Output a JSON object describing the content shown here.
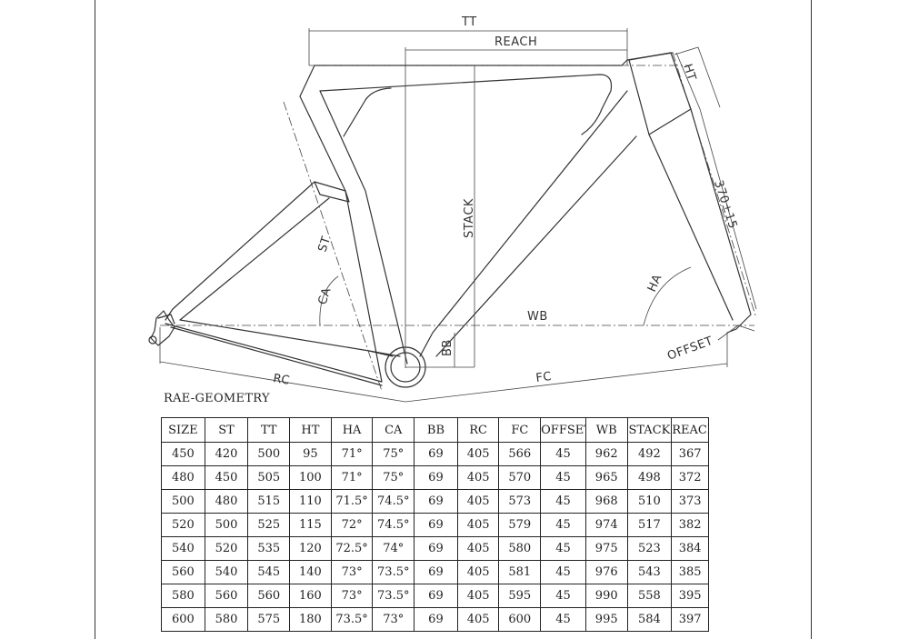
{
  "labels": {
    "tt": "TT",
    "reach": "REACH",
    "ht": "HT",
    "fork_len": "370±15",
    "stack": "STACK",
    "st": "ST",
    "ca": "CA",
    "ha": "HA",
    "wb": "WB",
    "bb": "BB",
    "rc": "RC",
    "fc": "FC",
    "offset": "OFFSET"
  },
  "table": {
    "title": "RAE-GEOMETRY",
    "headers": [
      "SIZE",
      "ST",
      "TT",
      "HT",
      "HA",
      "CA",
      "BB",
      "RC",
      "FC",
      "OFFSET",
      "WB",
      "STACK",
      "REACH"
    ],
    "rows": [
      [
        "450",
        "420",
        "500",
        "95",
        "71°",
        "75°",
        "69",
        "405",
        "566",
        "45",
        "962",
        "492",
        "367"
      ],
      [
        "480",
        "450",
        "505",
        "100",
        "71°",
        "75°",
        "69",
        "405",
        "570",
        "45",
        "965",
        "498",
        "372"
      ],
      [
        "500",
        "480",
        "515",
        "110",
        "71.5°",
        "74.5°",
        "69",
        "405",
        "573",
        "45",
        "968",
        "510",
        "373"
      ],
      [
        "520",
        "500",
        "525",
        "115",
        "72°",
        "74.5°",
        "69",
        "405",
        "579",
        "45",
        "974",
        "517",
        "382"
      ],
      [
        "540",
        "520",
        "535",
        "120",
        "72.5°",
        "74°",
        "69",
        "405",
        "580",
        "45",
        "975",
        "523",
        "384"
      ],
      [
        "560",
        "540",
        "545",
        "140",
        "73°",
        "73.5°",
        "69",
        "405",
        "581",
        "45",
        "976",
        "543",
        "385"
      ],
      [
        "580",
        "560",
        "560",
        "160",
        "73°",
        "73.5°",
        "69",
        "405",
        "595",
        "45",
        "990",
        "558",
        "395"
      ],
      [
        "600",
        "580",
        "575",
        "180",
        "73.5°",
        "73°",
        "69",
        "405",
        "600",
        "45",
        "995",
        "584",
        "397"
      ]
    ]
  }
}
